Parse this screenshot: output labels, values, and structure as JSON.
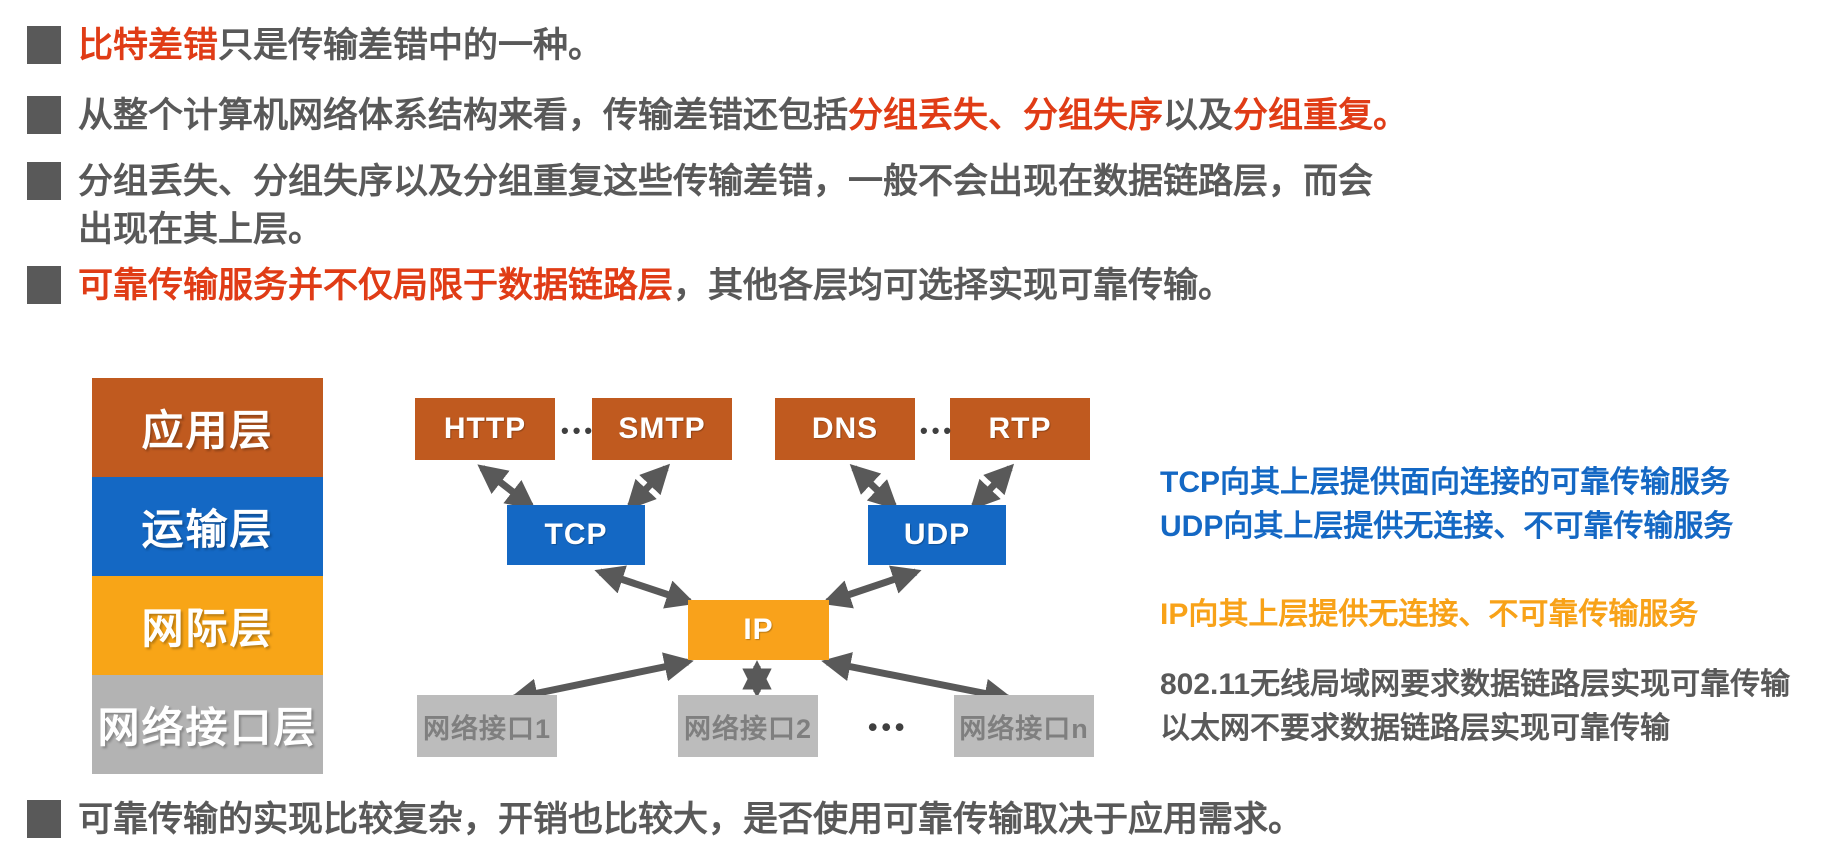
{
  "colors": {
    "text_dark": "#595959",
    "accent_red": "#E03C16",
    "blue": "#1468C4",
    "amber": "#F8A517",
    "brown_orange": "#C05A1F",
    "gray_box": "#BCBCBC",
    "stack_gray": "#B3B3B3"
  },
  "bullets": [
    {
      "segments": [
        {
          "t": "比特差错",
          "c": "red"
        },
        {
          "t": "只是传输差错中的一种。",
          "c": "dark"
        }
      ]
    },
    {
      "segments": [
        {
          "t": "从整个计算机网络体系结构来看，传输差错还包括",
          "c": "dark"
        },
        {
          "t": "分组丢失、分组失序",
          "c": "red"
        },
        {
          "t": "以及",
          "c": "dark"
        },
        {
          "t": "分组重复。",
          "c": "red"
        }
      ]
    },
    {
      "segments": [
        {
          "t": "分组丢失、分组失序以及分组重复这些传输差错，一般不会出现在数据链路层，而会",
          "c": "dark"
        }
      ],
      "line2": "出现在其上层。"
    },
    {
      "segments": [
        {
          "t": "可靠传输服务并不仅局限于数据链路层",
          "c": "red"
        },
        {
          "t": "，其他各层均可选择实现可靠传输。",
          "c": "dark"
        }
      ]
    },
    {
      "segments": [
        {
          "t": "可靠传输的实现比较复杂，开销也比较大，是否使用可靠传输取决于应用需求。",
          "c": "dark"
        }
      ]
    }
  ],
  "stack": {
    "layers": [
      {
        "label": "应用层"
      },
      {
        "label": "运输层"
      },
      {
        "label": "网际层"
      },
      {
        "label": "网络接口层"
      }
    ]
  },
  "diagram": {
    "app_protocols": [
      {
        "label": "HTTP"
      },
      {
        "label": "SMTP"
      },
      {
        "label": "DNS"
      },
      {
        "label": "RTP"
      }
    ],
    "transport": [
      {
        "label": "TCP"
      },
      {
        "label": "UDP"
      }
    ],
    "network": {
      "label": "IP"
    },
    "interfaces": [
      {
        "label": "网络接口1"
      },
      {
        "label": "网络接口2"
      },
      {
        "label": "网络接口n"
      }
    ],
    "ellipsis": "•••"
  },
  "annotations": {
    "tcp": "TCP向其上层提供面向连接的可靠传输服务",
    "udp": "UDP向其上层提供无连接、不可靠传输服务",
    "ip": "IP向其上层提供无连接、不可靠传输服务",
    "wlan": "802.11无线局域网要求数据链路层实现可靠传输",
    "ethernet": "以太网不要求数据链路层实现可靠传输"
  }
}
